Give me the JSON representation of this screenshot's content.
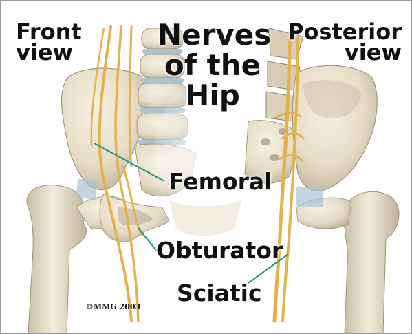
{
  "title": {
    "line1": "Nerves",
    "line2": "of the",
    "line3": "Hip"
  },
  "front_label": {
    "line1": "Front",
    "line2": "view"
  },
  "posterior_label": {
    "line1": "Posterior",
    "line2": "view"
  },
  "nerves": {
    "femoral": "Femoral",
    "obturator": "Obturator",
    "sciatic": "Sciatic"
  },
  "copyright": "©MMG 2003",
  "colors": {
    "bone": "#e9dfc9",
    "bone_shadow": "#b9ad93",
    "cartilage": "#a9c3d3",
    "nerve": "#e3b24a",
    "leader_line": "#1c8f8a",
    "border": "#9a9a9a"
  }
}
